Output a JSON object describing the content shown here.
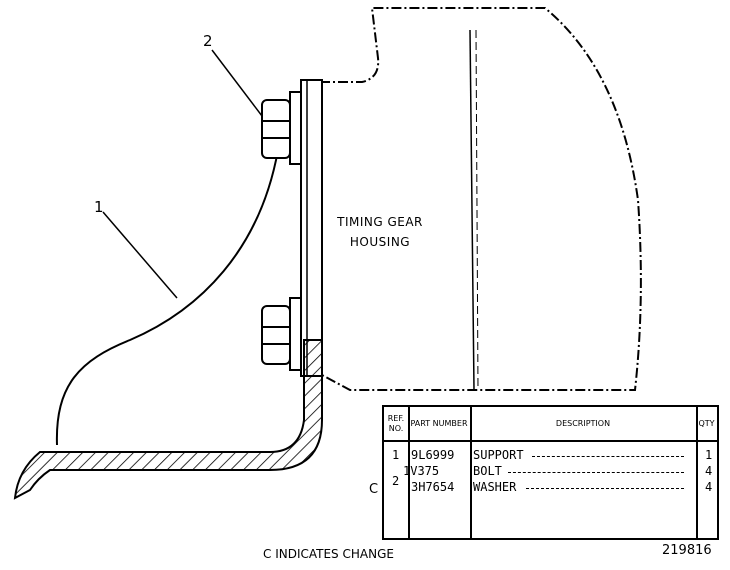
{
  "callouts": {
    "support": "1",
    "bolt": "2"
  },
  "housing_label": {
    "line1": "TIMING GEAR",
    "line2": "HOUSING"
  },
  "parts_table": {
    "headers": {
      "ref_no": "REF. NO.",
      "part_number": "PART NUMBER",
      "description": "DESCRIPTION",
      "qty": "QTY"
    },
    "rows": [
      {
        "ref": "1",
        "part": "9L6999",
        "description": "SUPPORT",
        "qty": "1"
      },
      {
        "ref": "2",
        "part": "1V375",
        "description": "BOLT",
        "qty": "4"
      },
      {
        "ref": "",
        "part": "3H7654",
        "description": "WASHER",
        "qty": "4"
      }
    ],
    "change_marker": "C"
  },
  "footer": {
    "note": "C INDICATES CHANGE",
    "figure_number": "219816"
  }
}
